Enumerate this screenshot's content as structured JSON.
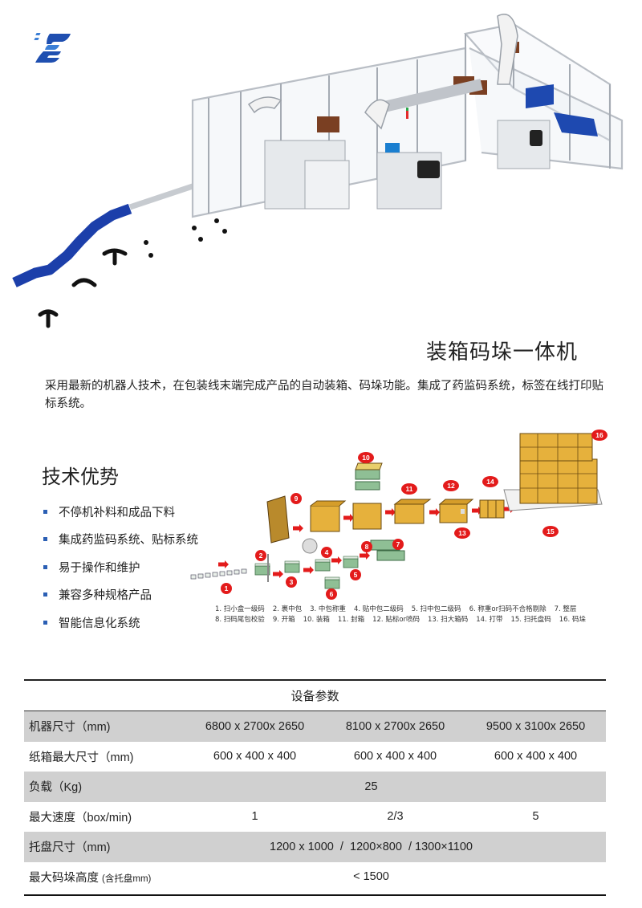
{
  "logo": {
    "icon": "company-logo-blue-s",
    "color": "#1f4fb0",
    "accent": "#3b7fd6"
  },
  "hero": {
    "description": "3D render of case packing and palletizing integrated production line",
    "colors": {
      "conveyor_blue": "#1c3faa",
      "frame": "#c8cdd3",
      "cardboard": "#8a4a2a",
      "pallet_pad": "#1e49b0"
    }
  },
  "product": {
    "title": "装箱码垛一体机",
    "intro": "采用最新的机器人技术，在包装线末端完成产品的自动装箱、码垛功能。集成了药监码系统，标签在线打印贴标系统。"
  },
  "advantages": {
    "title": "技术优势",
    "bullet_color": "#2b5fb4",
    "items": [
      {
        "label": "不停机补料和成品下料"
      },
      {
        "label": "集成药监码系统、贴标系统"
      },
      {
        "label": "易于操作和维护"
      },
      {
        "label": "兼容多种规格产品"
      },
      {
        "label": "智能信息化系统"
      }
    ]
  },
  "process": {
    "badge_color": "#e31b1b",
    "box_color": "#e6b13c",
    "steps": [
      "1",
      "2",
      "3",
      "4",
      "5",
      "6",
      "7",
      "8",
      "9",
      "10",
      "11",
      "12",
      "13",
      "14",
      "15",
      "16"
    ],
    "legend": {
      "row1": [
        "1. 扫小盒一级码",
        "2. 裹中包",
        "3. 中包称重",
        "4. 贴中包二级码",
        "5. 扫中包二级码",
        "6. 称重or扫码不合格剔除",
        "7. 整层"
      ],
      "row2": [
        "8. 扫码尾包校验",
        "9. 开箱",
        "10. 装箱",
        "11. 封箱",
        "12. 贴标or喷码",
        "13. 扫大箱码",
        "14. 打带",
        "15. 扫托盘码",
        "16. 码垛"
      ]
    }
  },
  "spec_table": {
    "caption": "设备参数",
    "rows": [
      {
        "label": "机器尺寸（mm)",
        "values": [
          "6800 x 2700x 2650",
          "8100 x 2700x 2650",
          "9500 x 3100x 2650"
        ],
        "shaded": true
      },
      {
        "label": "纸箱最大尺寸（mm)",
        "values": [
          "600 x 400 x 400",
          "600 x 400 x 400",
          "600 x 400 x 400"
        ],
        "shaded": false
      },
      {
        "label": "负载（Kg)",
        "values": [
          "25"
        ],
        "shaded": true
      },
      {
        "label": "最大速度（box/min)",
        "values": [
          "1",
          "2/3",
          "5"
        ],
        "shaded": false
      },
      {
        "label": "托盘尺寸（mm)",
        "values": [
          "1200 x 1000  /  1200×800  / 1300×1100"
        ],
        "shaded": true
      },
      {
        "label": "最大码垛高度",
        "label_note": "(含托盘mm)",
        "values": [
          "< 1500"
        ],
        "shaded": false
      }
    ]
  }
}
